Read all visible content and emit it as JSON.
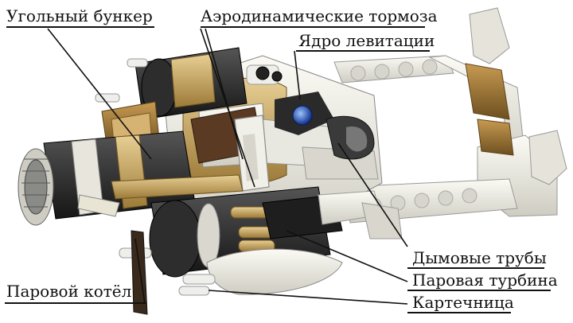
{
  "labels": {
    "coal_bunker": "Угольный бункер",
    "air_brakes": "Аэродинамические тормоза",
    "levitation_core": "Ядро левитации",
    "smoke_pipes": "Дымовые трубы",
    "steam_turbine": "Паровая турбина",
    "grapeshot_gun": "Картечница",
    "steam_boiler": "Паровой котёл"
  },
  "colors": {
    "hull_white": "#efeee6",
    "brass": "#c9a45c",
    "dark_tan": "#8a6a2e",
    "engine_black": "#2b2b2b",
    "brown_floor": "#5a3a22",
    "core_blue": "#2a5fd0"
  }
}
